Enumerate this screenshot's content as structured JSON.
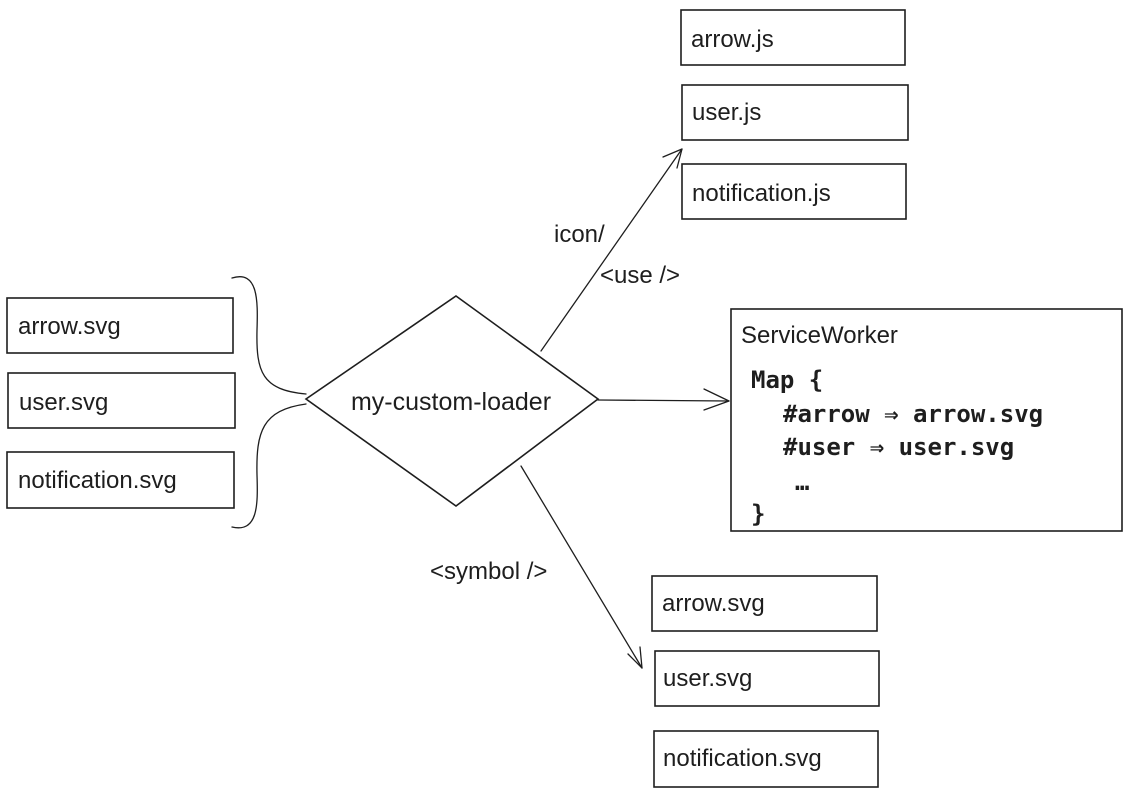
{
  "loader": {
    "label": "my-custom-loader"
  },
  "inputs": [
    "arrow.svg",
    "user.svg",
    "notification.svg"
  ],
  "icon_outputs": [
    "arrow.js",
    "user.js",
    "notification.js"
  ],
  "symbol_outputs": [
    "arrow.svg",
    "user.svg",
    "notification.svg"
  ],
  "edges": {
    "icon_line1": "icon/",
    "icon_line2": "<use />",
    "symbol": "<symbol />"
  },
  "service_worker": {
    "title": "ServiceWorker",
    "code": [
      "Map {",
      "#arrow ⇒ arrow.svg",
      "#user ⇒ user.svg",
      "…",
      "}"
    ]
  },
  "colors": {
    "stroke": "#1e1e1e",
    "background": "#ffffff"
  }
}
